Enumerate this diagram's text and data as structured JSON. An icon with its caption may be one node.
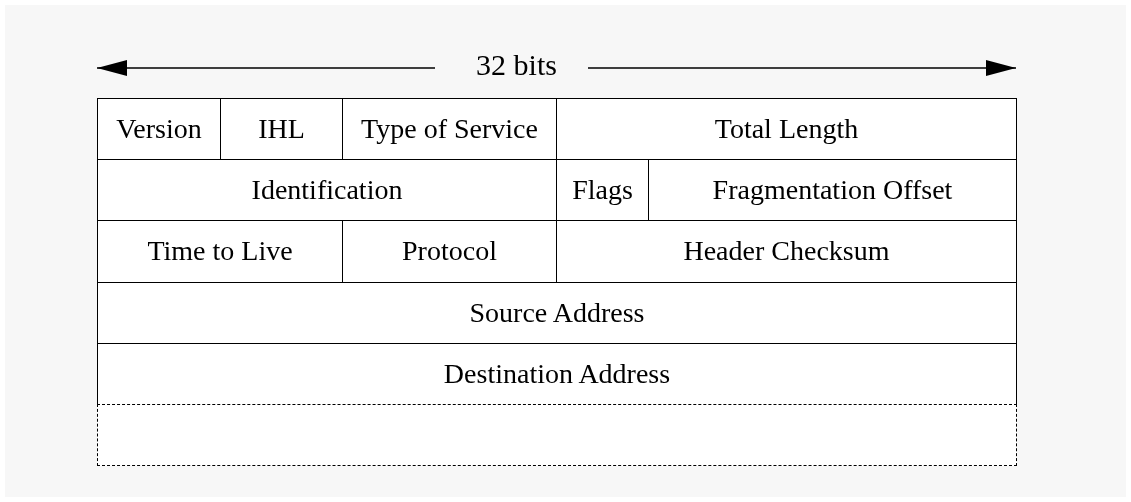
{
  "diagram": {
    "nodes": [
      {
        "text": [
          "Version"
        ]
      },
      {
        "text": [
          "IHL"
        ]
      },
      {
        "text": [
          "Type of Service"
        ]
      },
      {
        "text": [
          "Total Length"
        ]
      },
      {
        "text": [
          "Identification"
        ]
      },
      {
        "text": [
          "Flags"
        ]
      },
      {
        "text": [
          "Fragmentation Offset"
        ]
      },
      {
        "text": [
          "Time to Live"
        ]
      },
      {
        "text": [
          "Protocol"
        ]
      },
      {
        "text": [
          "Header Checksum"
        ]
      },
      {
        "text": [
          "Source Address"
        ]
      },
      {
        "text": [
          "Destination Address"
        ]
      },
      {
        "text": [],
        "shape": "box"
      }
    ],
    "labels": [
      "32 bits"
    ]
  }
}
